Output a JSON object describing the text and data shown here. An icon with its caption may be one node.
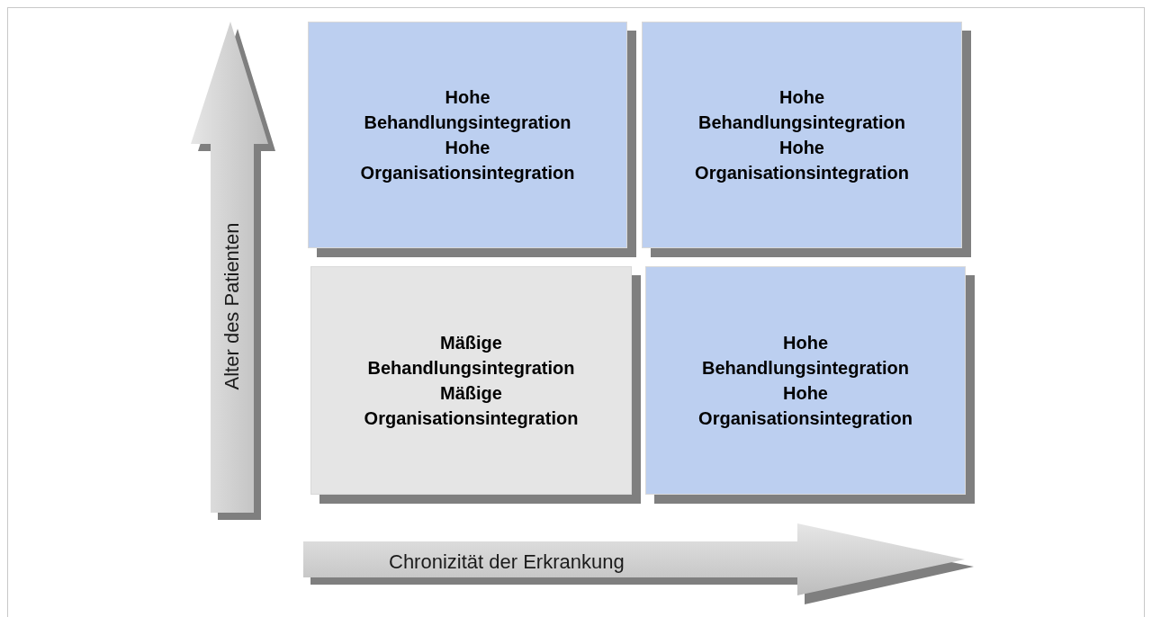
{
  "diagram": {
    "nodes": [
      {
        "text": [
          "Hohe Behandlungsintegration",
          "Hohe Organisationsintegration"
        ]
      },
      {
        "text": [
          "Hohe Behandlungsintegration",
          "Hohe Organisationsintegration"
        ]
      },
      {
        "text": [
          "Mäßige Behandlungsintegration",
          "Mäßige Organisationsintegration"
        ]
      },
      {
        "text": [
          "Hohe Behandlungsintegration",
          "Hohe Organisationsintegration"
        ]
      }
    ],
    "labels": [
      "Alter des Patienten",
      "Chronizität der Erkrankung"
    ]
  }
}
